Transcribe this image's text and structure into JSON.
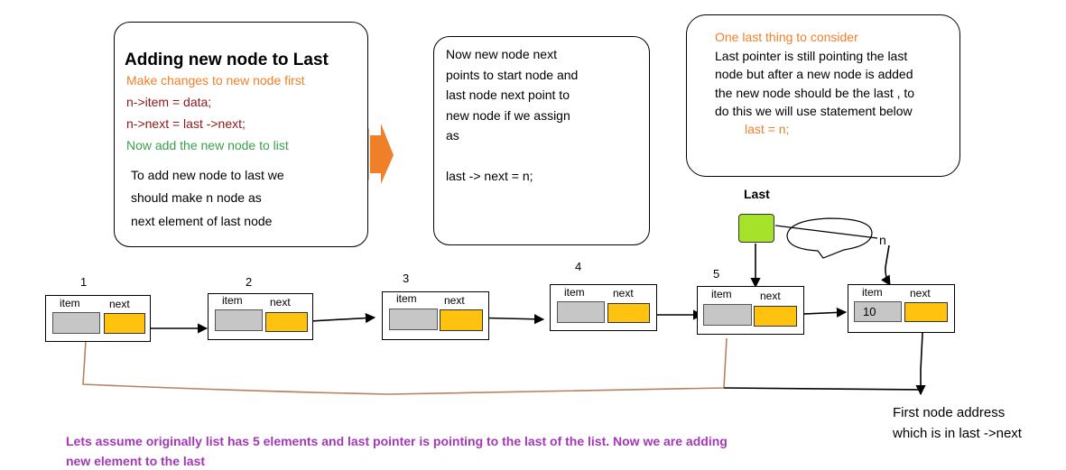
{
  "colors": {
    "orange": "#f07f2a",
    "maroon": "#8b1a1a",
    "green": "#3aa04a",
    "purple": "#a238b5",
    "item_fill": "#c6c6c6",
    "next_fill": "#ffc20e",
    "last_box": "#a6e22a",
    "brown_line": "#b5825e"
  },
  "card1": {
    "title": "Adding new node to Last",
    "line1": "Make changes to new node first",
    "line2": "n->item = data;",
    "line3": "n->next = last ->next;",
    "line4": "Now add the new node to list",
    "line5": "To add new node to last we",
    "line6": "should make n node as",
    "line7": "next element of last node"
  },
  "card2": {
    "line1": "Now new node next",
    "line2": "points to start node and",
    "line3": "last node next point to",
    "line4": "new node if we assign",
    "line5": "as",
    "line6": "last -> next = n;"
  },
  "card3": {
    "heading": "One last thing to consider",
    "line1": "Last pointer is still pointing the last",
    "line2": "node but after a new node is added",
    "line3": "the new node should be the last , to",
    "line4": "do this we will use statement below",
    "line5": "last = n;"
  },
  "last_label": "Last",
  "n_label": "n",
  "nodes": [
    {
      "number": "1",
      "item_label": "item",
      "next_label": "next",
      "value": ""
    },
    {
      "number": "2",
      "item_label": "item",
      "next_label": "next",
      "value": ""
    },
    {
      "number": "3",
      "item_label": "item",
      "next_label": "next",
      "value": ""
    },
    {
      "number": "4",
      "item_label": "item",
      "next_label": "next",
      "value": ""
    },
    {
      "number": "5",
      "item_label": "item",
      "next_label": "next",
      "value": ""
    },
    {
      "number": "",
      "item_label": "item",
      "next_label": "next",
      "value": "10"
    }
  ],
  "first_node_note": {
    "line1": "First node address",
    "line2": "which is in last ->next"
  },
  "caption": {
    "line1": "Lets assume originally list has 5 elements and last pointer is pointing to the last of the list. Now we are adding",
    "line2": "new element to the last"
  }
}
